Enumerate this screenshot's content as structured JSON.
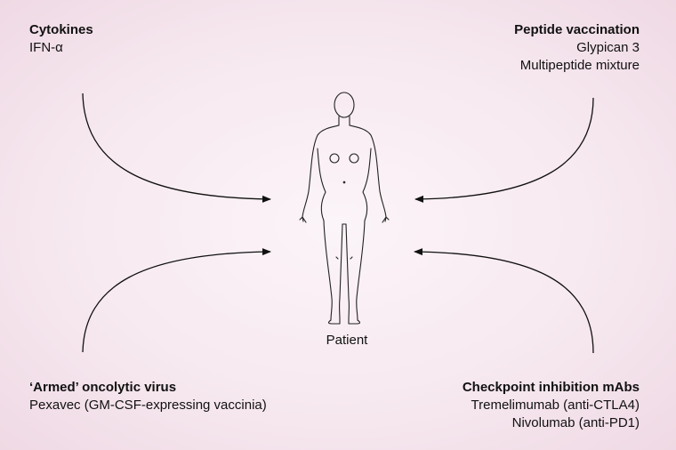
{
  "cytokines": {
    "title": "Cytokines",
    "items": [
      "IFN-α"
    ]
  },
  "peptide_vaccination": {
    "title": "Peptide vaccination",
    "items": [
      "Glypican 3",
      "Multipeptide mixture"
    ]
  },
  "oncolytic_virus": {
    "title": "‘Armed’ oncolytic virus",
    "items": [
      "Pexavec (GM-CSF-expressing vaccinia)"
    ]
  },
  "checkpoint": {
    "title": "Checkpoint inhibition mAbs",
    "items": [
      "Tremelimumab (anti-CTLA4)",
      "Nivolumab (anti-PD1)"
    ]
  },
  "patient": {
    "label": "Patient"
  },
  "colors": {
    "background": "#f7e9f0",
    "line": "#111111"
  }
}
